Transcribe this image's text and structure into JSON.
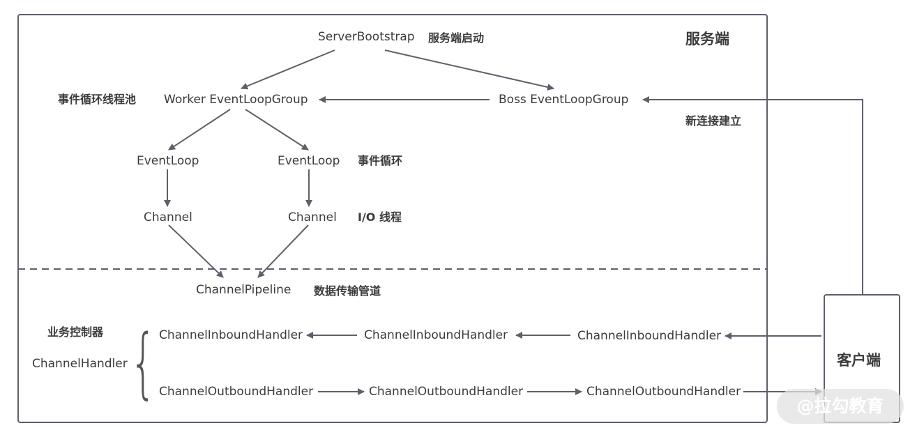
{
  "server": {
    "region_label": "服务端",
    "bootstrap": "ServerBootstrap",
    "bootstrap_desc": "服务端启动",
    "worker_group": "Worker EventLoopGroup",
    "worker_group_desc": "事件循环线程池",
    "boss_group": "Boss EventLoopGroup",
    "new_connection": "新连接建立",
    "event_loop_left": "EventLoop",
    "event_loop_right": "EventLoop",
    "event_loop_desc": "事件循环",
    "channel_left": "Channel",
    "channel_right": "Channel",
    "channel_desc": "I/O 线程",
    "pipeline": "ChannelPipeline",
    "pipeline_desc": "数据传输管道",
    "handler_desc": "业务控制器",
    "handler": "ChannelHandler",
    "inbound": [
      "ChannelInboundHandler",
      "ChannelInboundHandler",
      "ChannelInboundHandler"
    ],
    "outbound": [
      "ChannelOutboundHandler",
      "ChannelOutboundHandler",
      "ChannelOutboundHandler"
    ]
  },
  "client": {
    "label": "客户端"
  },
  "watermark": "@拉勾教育",
  "colors": {
    "stroke": "#5f5f6a",
    "text": "#3c3c3c"
  }
}
